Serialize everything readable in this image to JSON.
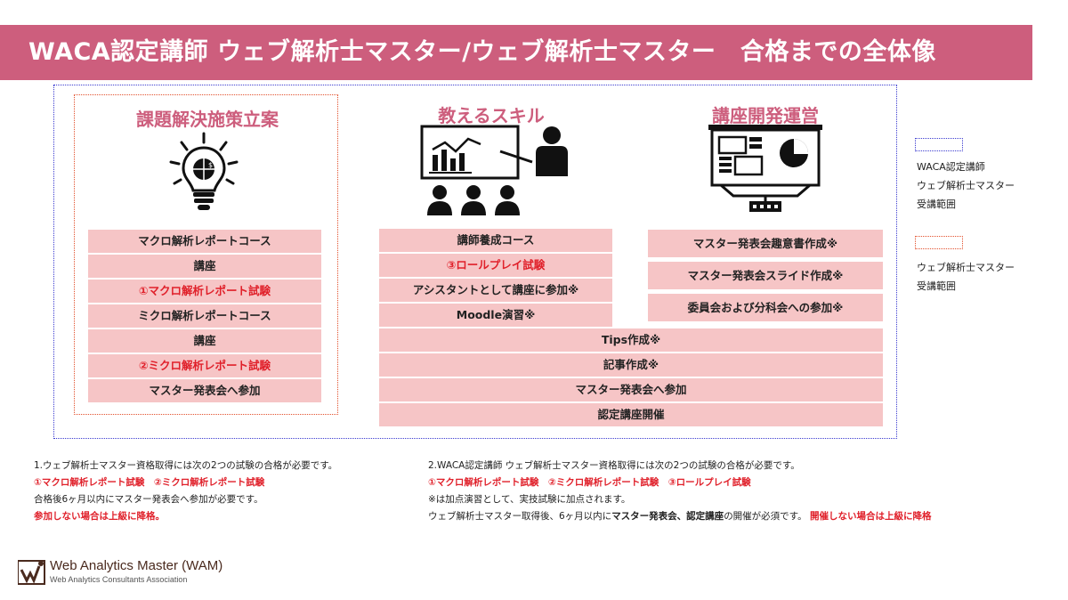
{
  "title": "WACA認定講師 ウェブ解析士マスター/ウェブ解析士マスター　合格までの全体像",
  "columns": {
    "left_title": "課題解決施策立案",
    "middle_title": "教えるスキル",
    "right_title": "講座開発運営"
  },
  "left_items": [
    {
      "label": "マクロ解析レポートコース",
      "highlight": false
    },
    {
      "label": "講座",
      "highlight": false
    },
    {
      "label": "①マクロ解析レポート試験",
      "highlight": true
    },
    {
      "label": "ミクロ解析レポートコース",
      "highlight": false
    },
    {
      "label": "講座",
      "highlight": false
    },
    {
      "label": "②ミクロ解析レポート試験",
      "highlight": true
    },
    {
      "label": "マスター発表会へ参加",
      "highlight": false
    }
  ],
  "middle_items": [
    {
      "label": "講師養成コース",
      "highlight": false
    },
    {
      "label": "③ロールプレイ試験",
      "highlight": true
    },
    {
      "label": "アシスタントとして講座に参加※",
      "highlight": false
    },
    {
      "label": "Moodle演習※",
      "highlight": false
    }
  ],
  "right_items": [
    {
      "label": "マスター発表会趣意書作成※"
    },
    {
      "label": "マスター発表会スライド作成※"
    },
    {
      "label": "委員会および分科会への参加※"
    }
  ],
  "wide_items": [
    {
      "label": "Tips作成※"
    },
    {
      "label": "記事作成※"
    },
    {
      "label": "マスター発表会へ参加"
    },
    {
      "label": "認定講座開催"
    }
  ],
  "legend": {
    "blue_line1": "WACA認定講師",
    "blue_line2": "ウェブ解析士マスター",
    "blue_line3": "受講範囲",
    "red_line1": "ウェブ解析士マスター",
    "red_line2": "受講範囲",
    "blue_color": "#3b3bd0",
    "red_color": "#e2502c"
  },
  "notes_left": {
    "line1": "1.ウェブ解析士マスター資格取得には次の2つの試験の合格が必要です。",
    "line2": "①マクロ解析レポート試験　②ミクロ解析レポート試験",
    "line3": "合格後6ヶ月以内にマスター発表会へ参加が必要です。",
    "line4": "参加しない場合は上級に降格。"
  },
  "notes_right": {
    "line1": "2.WACA認定講師 ウェブ解析士マスター資格取得には次の2つの試験の合格が必要です。",
    "line2": "①マクロ解析レポート試験　②ミクロ解析レポート試験　③ロールプレイ試験",
    "line3": "※は加点演習として、実技試験に加点されます。",
    "line4_pre": "ウェブ解析士マスター取得後、6ヶ月以内に",
    "line4_bold": "マスター発表会、認定講座",
    "line4_post": "の開催が必須です。",
    "line4_red": "開催しない場合は上級に降格"
  },
  "logo": {
    "name": "Web Analytics Master (WAM)",
    "sub": "Web Analytics Consultants Association"
  },
  "colors": {
    "banner": "#cd5e7d",
    "box": "#f6c5c6",
    "accent_red": "#e0202a",
    "title_pink": "#cd5e7d"
  }
}
